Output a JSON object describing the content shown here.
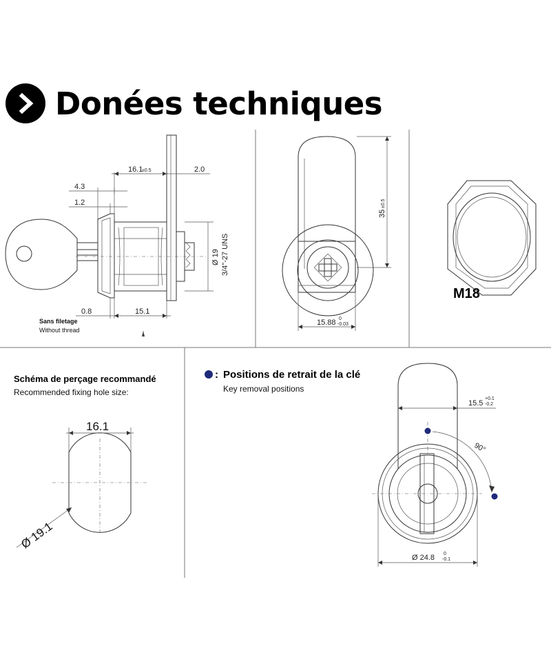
{
  "header": {
    "title": "Donées techniques"
  },
  "side_view": {
    "dim_16_1": "16.1",
    "dim_16_1_tol": "±0.5",
    "dim_2_0": "2.0",
    "dim_4_3": "4.3",
    "dim_1_2": "1.2",
    "dim_0_8": "0.8",
    "dim_15_1": "15.1",
    "dim_dia19": "Ø 19",
    "dim_thread": "3/4\"-27 UNS",
    "note_fr": "Sans filetage",
    "note_en": "Without thread"
  },
  "front_view": {
    "dim_35": "35",
    "dim_35_tol": "±0.5",
    "dim_15_88": "15.88",
    "dim_15_88_tol_up": "0",
    "dim_15_88_tol_low": "-0.03"
  },
  "nut_view": {
    "label": "M18"
  },
  "fixing_hole": {
    "title_fr": "Schéma de perçage recommandé",
    "title_en": "Recommended fixing hole size:",
    "dim_width": "16.1",
    "dim_diameter": "Ø 19.1"
  },
  "key_positions": {
    "title_fr": "Positions de retrait de la clé",
    "title_en": "Key removal positions",
    "dim_15_5": "15.5",
    "dim_15_5_tol_up": "+0.1",
    "dim_15_5_tol_low": "-0.2",
    "angle": "90°",
    "dim_24_8": "Ø 24.8",
    "dim_24_8_tol_up": "0",
    "dim_24_8_tol_low": "-0.1",
    "marker_color": "#1f2a7a"
  }
}
